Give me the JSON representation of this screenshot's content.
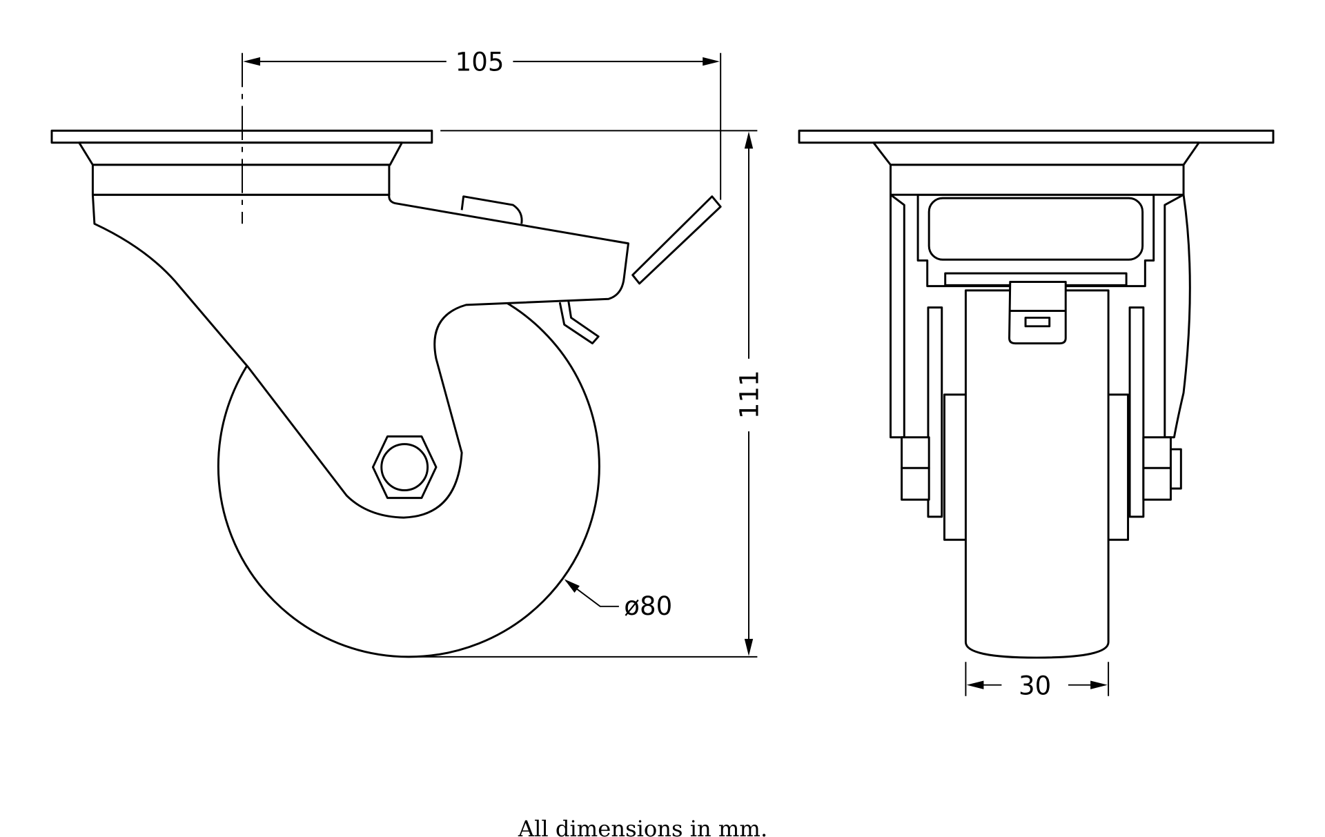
{
  "drawing": {
    "title": "Swivel castor with brake – dimensioned drawing",
    "dimensions": {
      "mount_offset": "105",
      "overall_height": "111",
      "wheel_diameter": "ø80",
      "wheel_width": "30"
    },
    "footer_note": "All dimensions in mm."
  }
}
